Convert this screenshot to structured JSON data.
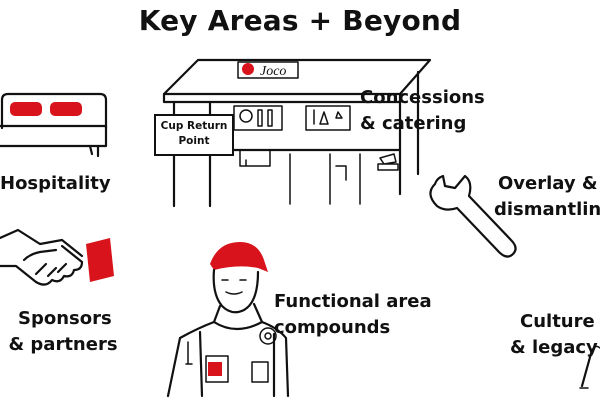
{
  "title": "Key Areas + Beyond",
  "areas": {
    "hospitality": "Hospitality",
    "concessions_line1": "Concessions",
    "concessions_line2": "& catering",
    "overlay_line1": "Overlay &",
    "overlay_line2": "dismantling",
    "sponsors_line1": "Sponsors",
    "sponsors_line2": "& partners",
    "functional_line1": "Functional area",
    "functional_line2": "compounds",
    "culture_line1": "Culture",
    "culture_line2": "& legacy"
  },
  "kiosk": {
    "sign_line1": "Cup Return",
    "sign_line2": "Point"
  },
  "colors": {
    "accent_red": "#d8131b",
    "ink": "#111111",
    "background": "#ffffff"
  },
  "icons": [
    "bed-icon",
    "kiosk-icon",
    "wrench-icon",
    "handshake-icon",
    "worker-icon",
    "flag-icon"
  ]
}
